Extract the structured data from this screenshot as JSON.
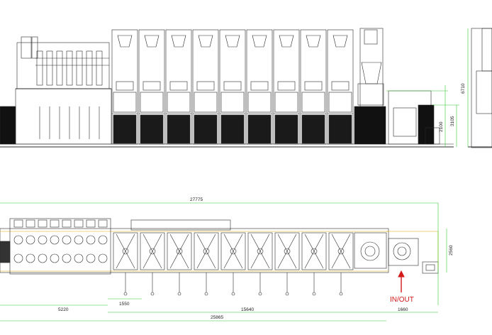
{
  "elevation": {
    "dims": {
      "total_height": "6710",
      "mid_height": "3105",
      "lower_height": "2100"
    },
    "hopper_count": 9
  },
  "plan": {
    "dims": {
      "overall_length": "27775",
      "width": "2560",
      "seg_1": "5220",
      "seg_2": "1550",
      "seg_3": "15640",
      "seg_4": "1660",
      "total_length": "25865"
    },
    "label_in_out": "IN/OUT",
    "pump_count": 9,
    "roller_count": 8
  },
  "colors": {
    "line": "#2a2a2a",
    "dim_line": "#33cc33",
    "accent": "#d21a1a",
    "edge": "#e0a800"
  }
}
